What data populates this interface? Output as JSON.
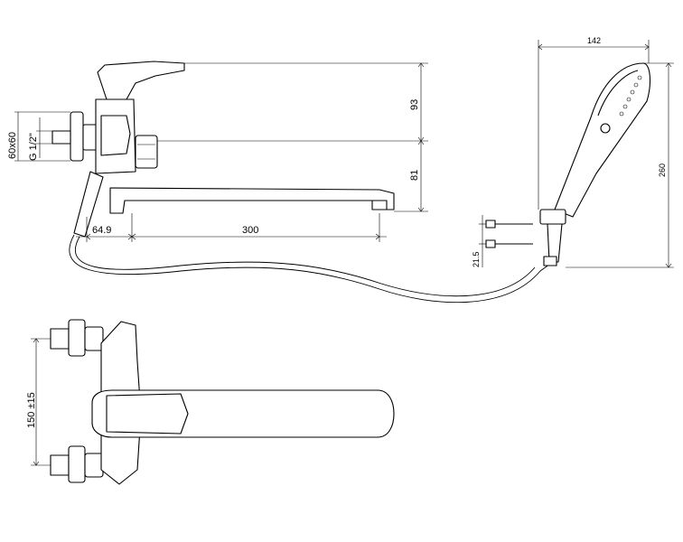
{
  "dimensions": {
    "connection_square": "60x60",
    "thread": "G 1/2\"",
    "height_upper": "93",
    "height_lower": "81",
    "offset": "64.9",
    "spout_length": "300",
    "shower_width": "142",
    "shower_length": "260",
    "bracket_spacing": "21.5",
    "inlet_spacing": "150 ±15"
  }
}
